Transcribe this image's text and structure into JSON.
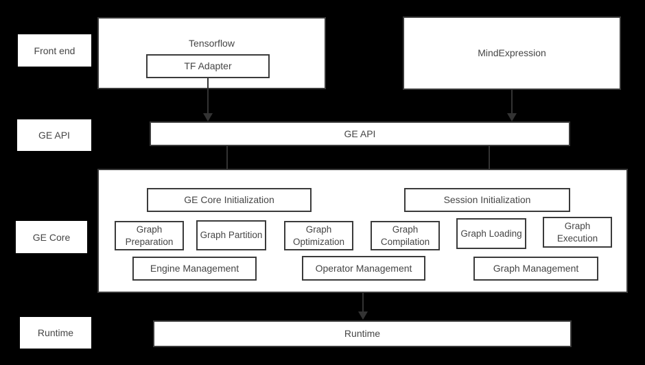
{
  "colors": {
    "background": "#000000",
    "box_background": "#ffffff",
    "box_border": "#3a3a3a",
    "text": "#454545",
    "arrow": "#333333"
  },
  "side_labels": {
    "front_end": "Front end",
    "ge_api": "GE API",
    "ge_core": "GE Core",
    "runtime": "Runtime"
  },
  "front_end_layer": {
    "tensorflow": "Tensorflow",
    "tf_adapter": "TF Adapter",
    "mind_expression": "MindExpression"
  },
  "ge_api_layer": {
    "bar": "GE API"
  },
  "ge_core_layer": {
    "ge_core_initialization": "GE Core Initialization",
    "session_initialization": "Session Initialization",
    "graph_preparation": "Graph Preparation",
    "graph_partition": "Graph Partition",
    "graph_optimization": "Graph Optimization",
    "graph_compilation": "Graph Compilation",
    "graph_loading": "Graph Loading",
    "graph_execution": "Graph Execution",
    "engine_management": "Engine Management",
    "operator_management": "Operator Management",
    "graph_management": "Graph Management"
  },
  "runtime_layer": {
    "bar": "Runtime"
  }
}
